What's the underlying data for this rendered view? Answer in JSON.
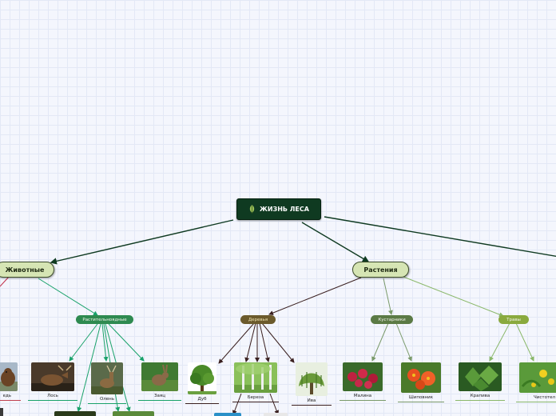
{
  "title": "ЖИЗНЬ ЛЕСА",
  "branches": {
    "animals": "Животные",
    "plants": "Растения"
  },
  "subbranches": {
    "herbivores": "Растительноядные",
    "trees": "Деревья",
    "shrubs": "Кустарники",
    "grasses": "Травы"
  },
  "leaves": {
    "bear": "едь",
    "moose": "Лось",
    "deer": "Олень",
    "hare": "Заяц",
    "oak": "Дуб",
    "birch": "Береза",
    "willow": "Ива",
    "raspberry": "Малина",
    "rosehip": "Шиповник",
    "nettle": "Крапива",
    "celandine": "Чистотел"
  },
  "colors": {
    "root": "#0f3a21",
    "main_fill": "#d6e5b4",
    "herbivores": "#2e8a50",
    "trees": "#6b5a2c",
    "shrubs": "#5b7a45",
    "grasses": "#8aaa3e",
    "link_dark": "#0f3a21",
    "link_green": "#19a26a",
    "link_light": "#8ab86a",
    "link_brown": "#3a2020",
    "link_shrub": "#7a9a6a",
    "link_red": "#c0304a"
  }
}
